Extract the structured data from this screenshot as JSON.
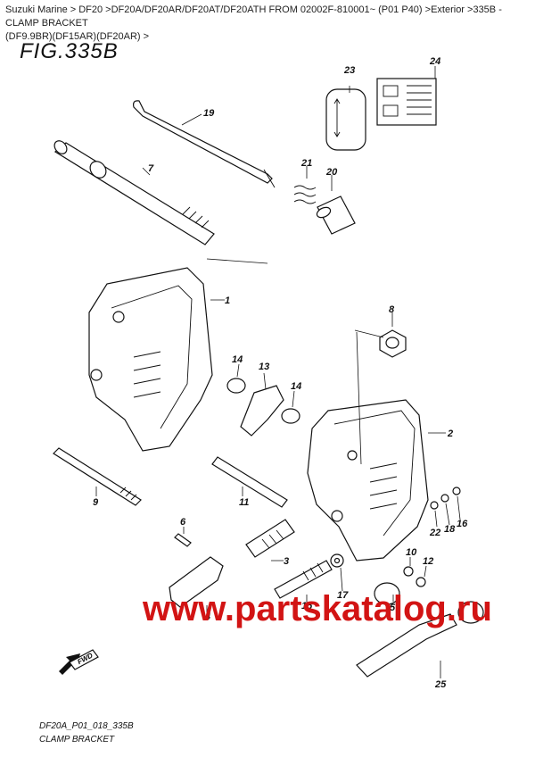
{
  "breadcrumb": {
    "line1": "Suzuki Marine > DF20 >DF20A/DF20AR/DF20AT/DF20ATH FROM 02002F-810001~ (P01 P40) >Exterior >335B - CLAMP BRACKET",
    "line2": "(DF9.9BR)(DF15AR)(DF20AR) >"
  },
  "figure": {
    "title": "FIG.335B"
  },
  "parts": [
    "1",
    "2",
    "3",
    "4",
    "5",
    "6",
    "7",
    "8",
    "9",
    "10",
    "11",
    "12",
    "13",
    "14",
    "14",
    "15",
    "16",
    "17",
    "18",
    "19",
    "20",
    "21",
    "22",
    "23",
    "24",
    "25"
  ],
  "watermark": "www.partskatalog.ru",
  "fwd_label": "FWD",
  "footer": {
    "code": "DF20A_P01_018_335B",
    "caption": "CLAMP BRACKET"
  },
  "colors": {
    "watermark": "#d21414",
    "lines": "#111111"
  }
}
